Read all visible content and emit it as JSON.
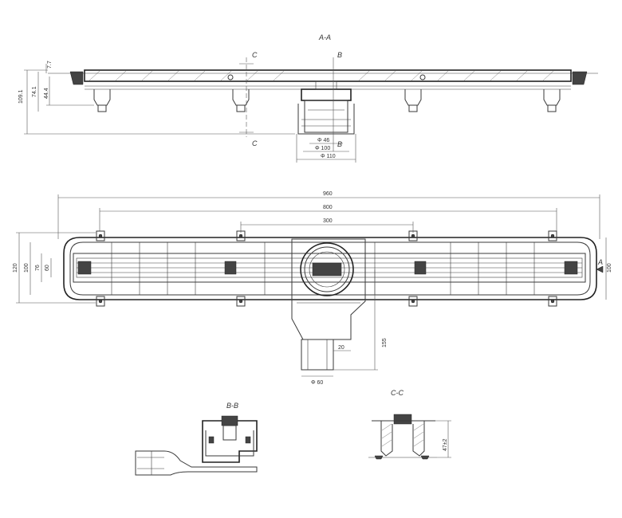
{
  "views": {
    "section_aa": {
      "title": "A-A",
      "cut_c_top": "C",
      "cut_c_bottom": "C",
      "cut_b_top": "B",
      "cut_b_bottom": "B",
      "dim_total_height": "109.1",
      "dim_mid_height": "74.1",
      "dim_low_height": "44.4",
      "dim_top": "7.7",
      "dim_d_inner": "Φ 46",
      "dim_d_mid": "Φ 100",
      "dim_d_outer": "Φ 110"
    },
    "plan": {
      "dim_overall": "960",
      "dim_inner": "800",
      "dim_center": "300",
      "dim_height_left": "120",
      "dim_height_inner": "100",
      "dim_height_small1": "76",
      "dim_height_small2": "60",
      "dim_right": "100",
      "cut_a": "A",
      "dim_outlet_offset": "20",
      "dim_outlet_depth": "155",
      "dim_outlet_d": "Φ 60"
    },
    "section_bb": {
      "title": "B-B"
    },
    "section_cc": {
      "title": "C-C",
      "dim_height": "47±2"
    }
  }
}
